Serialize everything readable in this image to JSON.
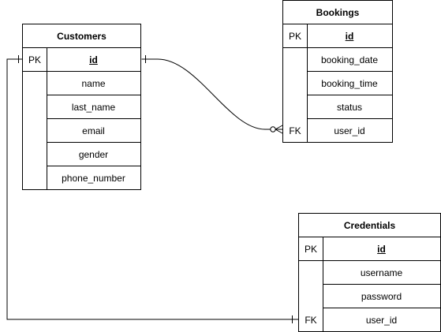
{
  "diagram": {
    "tables": {
      "customers": {
        "title": "Customers",
        "rows": [
          {
            "key": "PK",
            "field": "id"
          },
          {
            "key": "",
            "field": "name"
          },
          {
            "key": "",
            "field": "last_name"
          },
          {
            "key": "",
            "field": "email"
          },
          {
            "key": "",
            "field": "gender"
          },
          {
            "key": "",
            "field": "phone_number"
          }
        ]
      },
      "bookings": {
        "title": "Bookings",
        "rows": [
          {
            "key": "PK",
            "field": "id"
          },
          {
            "key": "",
            "field": "booking_date"
          },
          {
            "key": "",
            "field": "booking_time"
          },
          {
            "key": "",
            "field": "status"
          },
          {
            "key": "FK",
            "field": "user_id"
          }
        ]
      },
      "credentials": {
        "title": "Credentials",
        "rows": [
          {
            "key": "PK",
            "field": "id"
          },
          {
            "key": "",
            "field": "username"
          },
          {
            "key": "",
            "field": "password"
          },
          {
            "key": "FK",
            "field": "user_id"
          }
        ]
      }
    },
    "relationships": [
      {
        "from": "customers.id",
        "to": "bookings.user_id",
        "from_cardinality": "one",
        "to_cardinality": "zero-or-many"
      },
      {
        "from": "customers.id",
        "to": "credentials.user_id",
        "from_cardinality": "one",
        "to_cardinality": "one"
      }
    ],
    "line_color": "#000000",
    "background_color": "#ffffff"
  }
}
